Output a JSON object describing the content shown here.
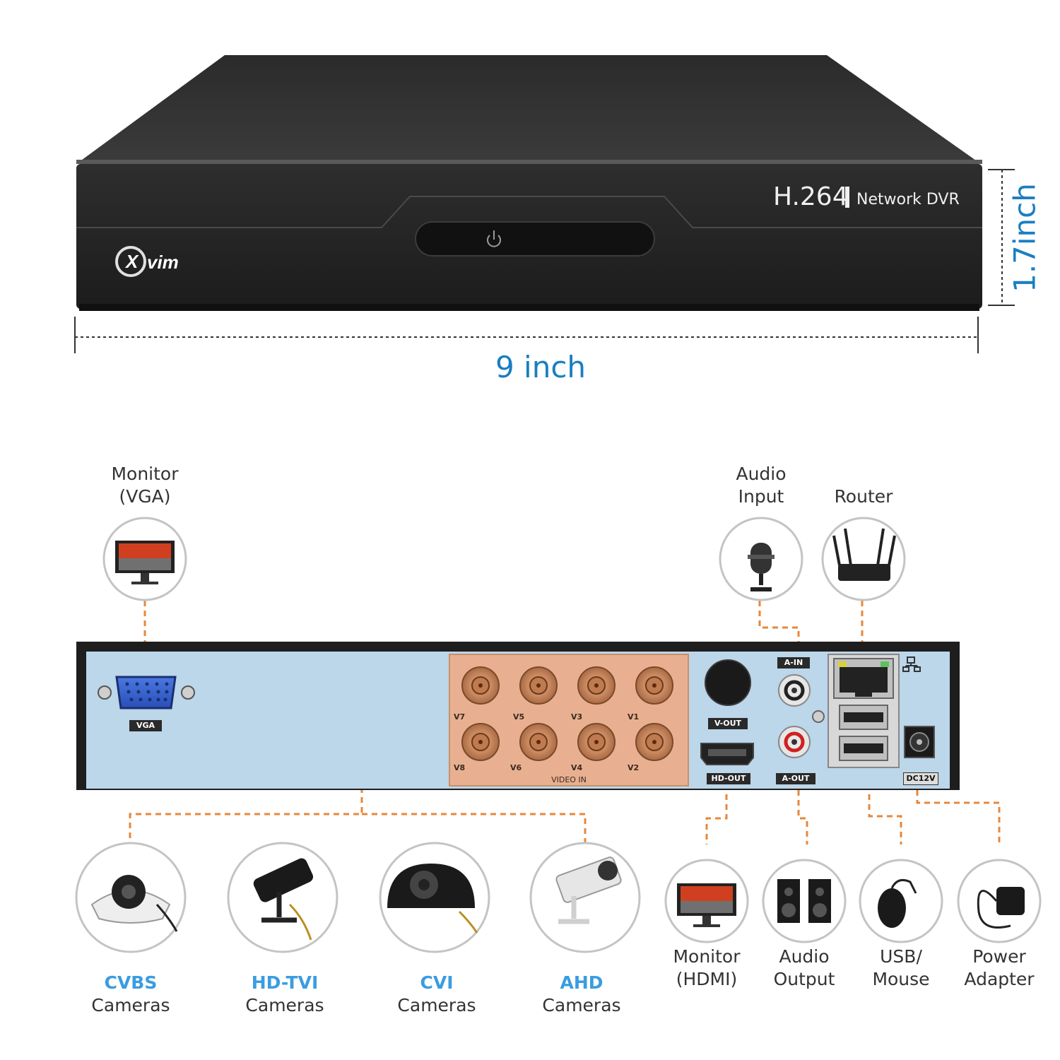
{
  "front": {
    "brand": "vim",
    "codec": "H.264",
    "product_type": "Network DVR",
    "width_label": "9 inch",
    "height_label": "1.7inch"
  },
  "rear_ports": {
    "vga": "VGA",
    "video_in": "VIDEO IN",
    "v_out": "V-OUT",
    "hd_out": "HD-OUT",
    "a_in": "A-IN",
    "a_out": "A-OUT",
    "dc": "DC12V",
    "channels": [
      "V7",
      "V5",
      "V3",
      "V1",
      "V8",
      "V6",
      "V4",
      "V2"
    ]
  },
  "devices_top": [
    {
      "line1": "Monitor",
      "line2": "(VGA)"
    },
    {
      "line1": "Audio",
      "line2": "Input"
    },
    {
      "line1": "Router",
      "line2": ""
    }
  ],
  "cameras": [
    {
      "type": "CVBS",
      "label": "Cameras"
    },
    {
      "type": "HD-TVI",
      "label": "Cameras"
    },
    {
      "type": "CVI",
      "label": "Cameras"
    },
    {
      "type": "AHD",
      "label": "Cameras"
    }
  ],
  "devices_bottom": [
    {
      "line1": "Monitor",
      "line2": "(HDMI)"
    },
    {
      "line1": "Audio",
      "line2": "Output"
    },
    {
      "line1": "USB/",
      "line2": "Mouse"
    },
    {
      "line1": "Power",
      "line2": "Adapter"
    }
  ],
  "colors": {
    "dimension": "#1a7ec1",
    "connector_line": "#e8873a",
    "camera_type": "#3a9de0",
    "panel": "#bcd6ea",
    "bnc_area": "#e8b090"
  }
}
